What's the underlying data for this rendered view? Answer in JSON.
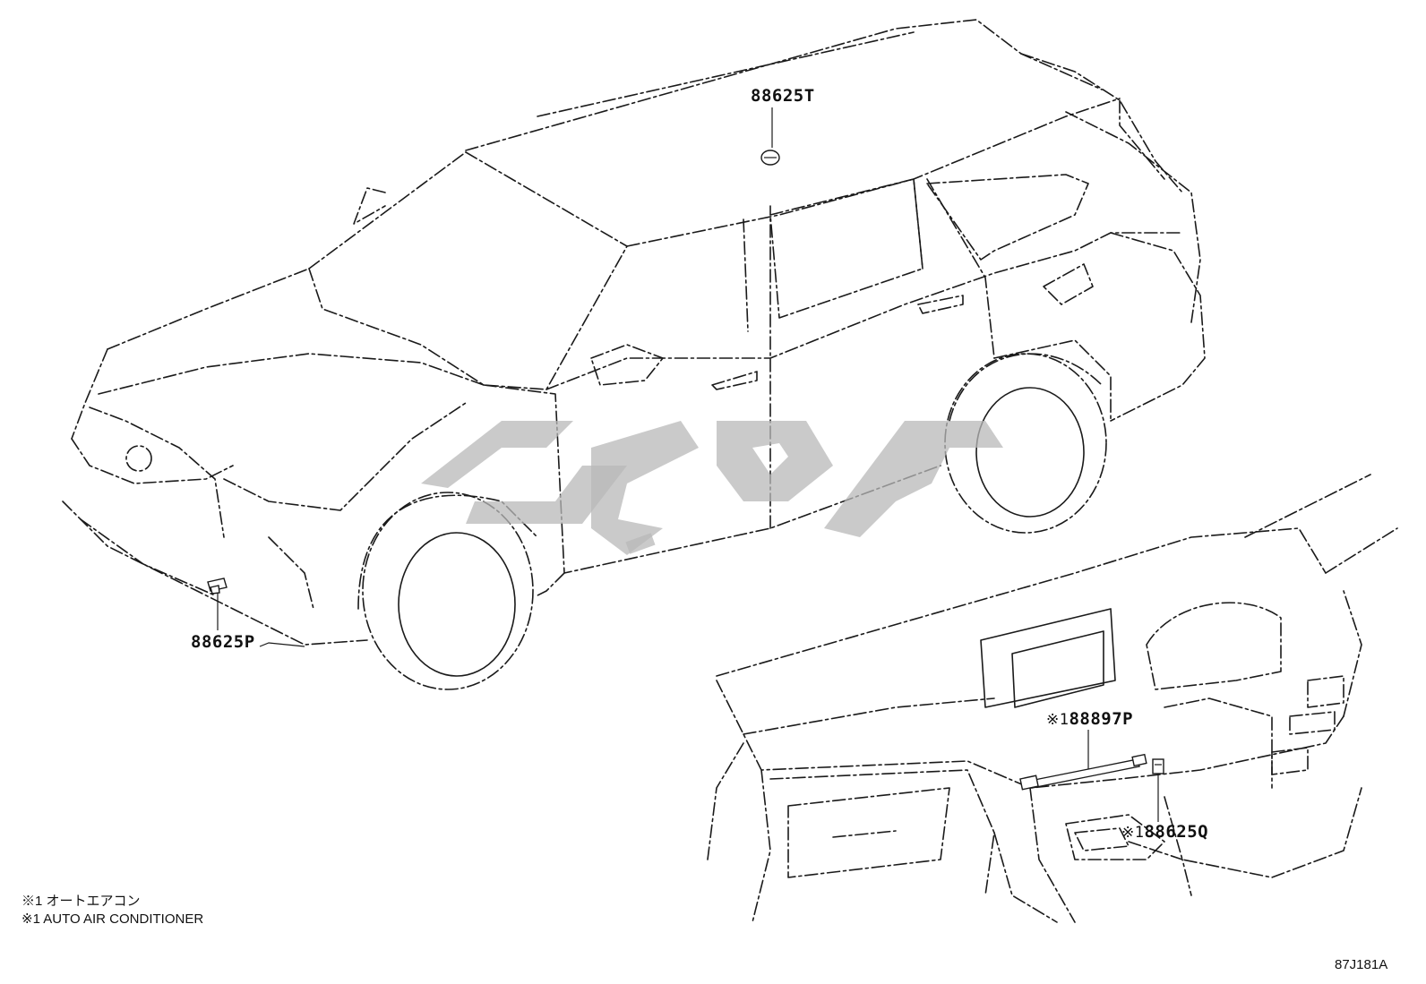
{
  "parts": {
    "roof_sensor": "88625T",
    "front_sensor": "88625P",
    "aspirator_hose": "88897P",
    "dash_sensor": "88625Q"
  },
  "markers": {
    "aspirator_hose": "※1",
    "dash_sensor": "※1"
  },
  "notes": {
    "line_ja": "※1 オートエアコン",
    "line_en": "※1 AUTO AIR CONDITIONER"
  },
  "diagram_code": "87J181A"
}
